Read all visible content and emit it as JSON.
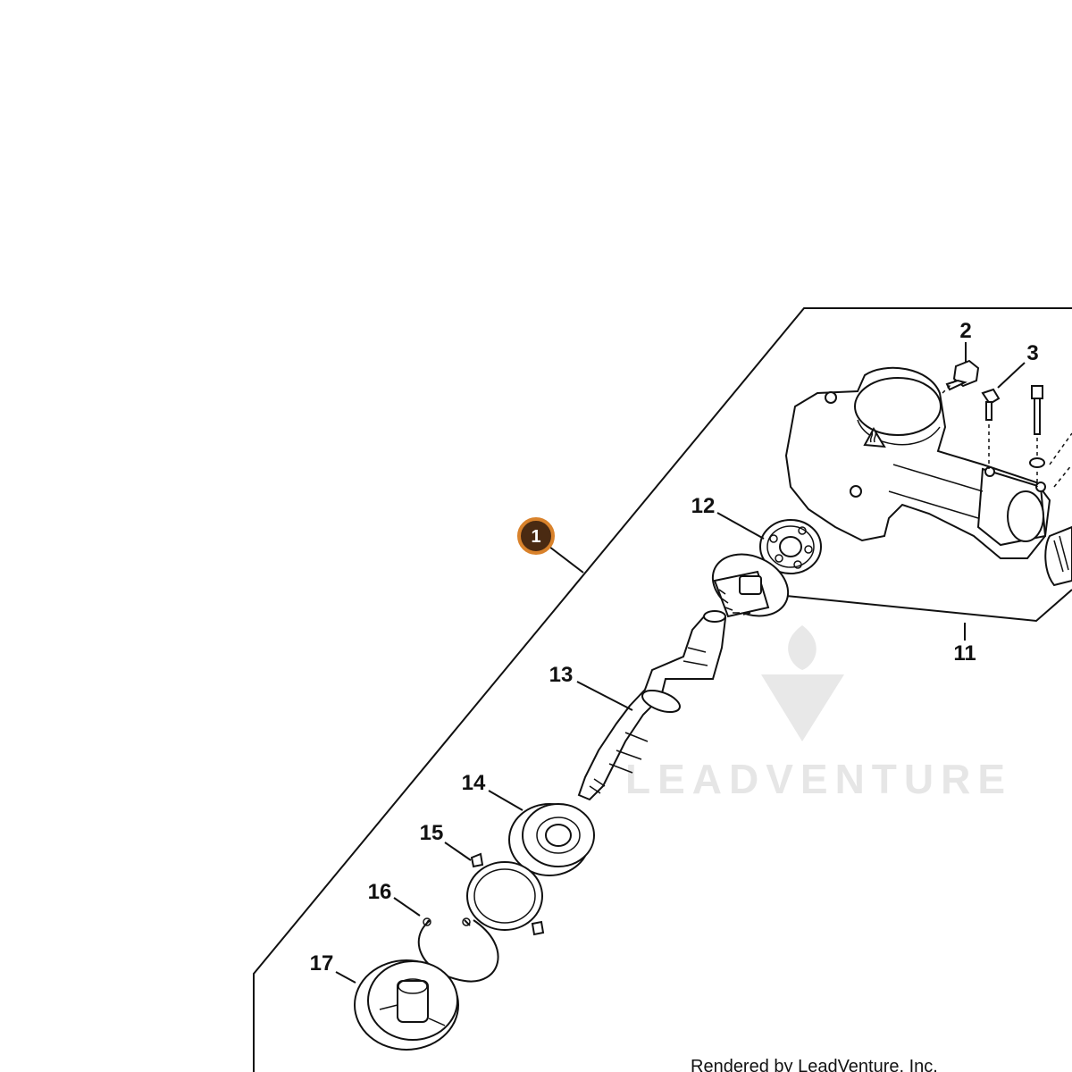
{
  "callout": {
    "label": "1",
    "fill": "#4a2a12",
    "ring": "#d9822b"
  },
  "part_labels": [
    "2",
    "3",
    "11",
    "12",
    "13",
    "14",
    "15",
    "16",
    "17"
  ],
  "watermark": {
    "brand": "LEADVENTURE"
  },
  "footer": {
    "rendered_by": "Rendered by LeadVenture, Inc."
  },
  "icons": [
    "hot-surface-warning-icon",
    "leadventure-logo-icon"
  ],
  "colors": {
    "line": "#111111",
    "watermark": "#e6e6e6",
    "background": "#ffffff"
  }
}
